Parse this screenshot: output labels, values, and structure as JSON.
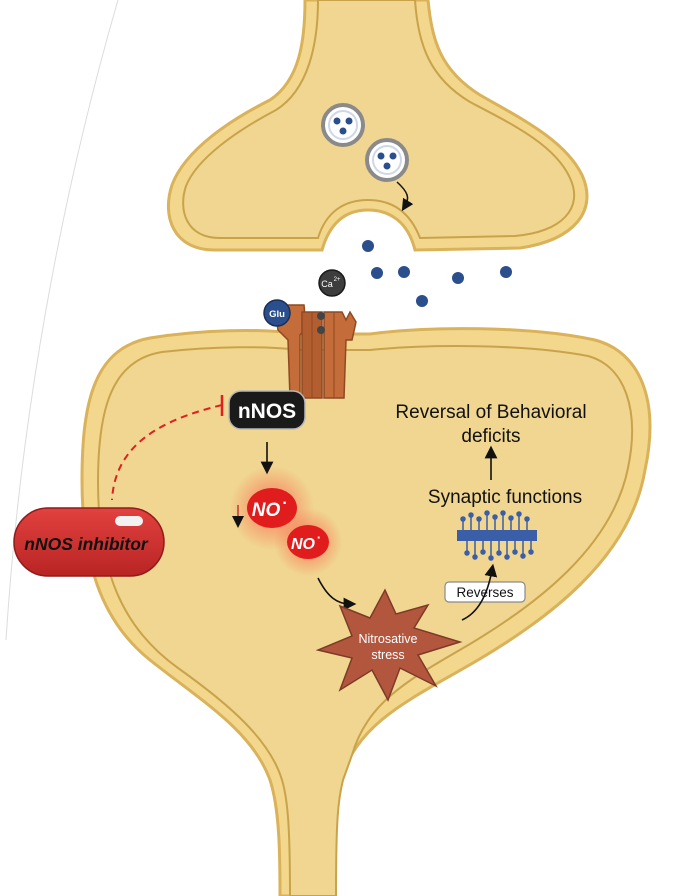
{
  "labels": {
    "ca": "Ca",
    "ca_sup": "2+",
    "glu": "Glu",
    "nnos": "nNOS",
    "no1": "NO",
    "no2": "NO",
    "no_dot": "·",
    "nitrosative_line1": "Nitrosative",
    "nitrosative_line2": "stress",
    "reverses": "Reverses",
    "synaptic_functions": "Synaptic functions",
    "reversal_line1": "Reversal of Behavioral",
    "reversal_line2": "deficits",
    "inhibitor": "nNOS inhibitor"
  },
  "colors": {
    "membrane": "#f3d78c",
    "membrane_stroke": "#d9b25a",
    "cytoplasm": "#f0d690",
    "inner_stroke": "#c9a34b",
    "receptor": "#c46c3a",
    "receptor_dark": "#8f4a22",
    "vesicle_dot": "#2b4f8c",
    "nnos_bg": "#1a1a1a",
    "no_red": "#e01c1c",
    "stress_star": "#b2573e",
    "inhibitor_red": "#d0302f",
    "dashed_red": "#e02020",
    "synapse_blue": "#3b5ea8"
  }
}
